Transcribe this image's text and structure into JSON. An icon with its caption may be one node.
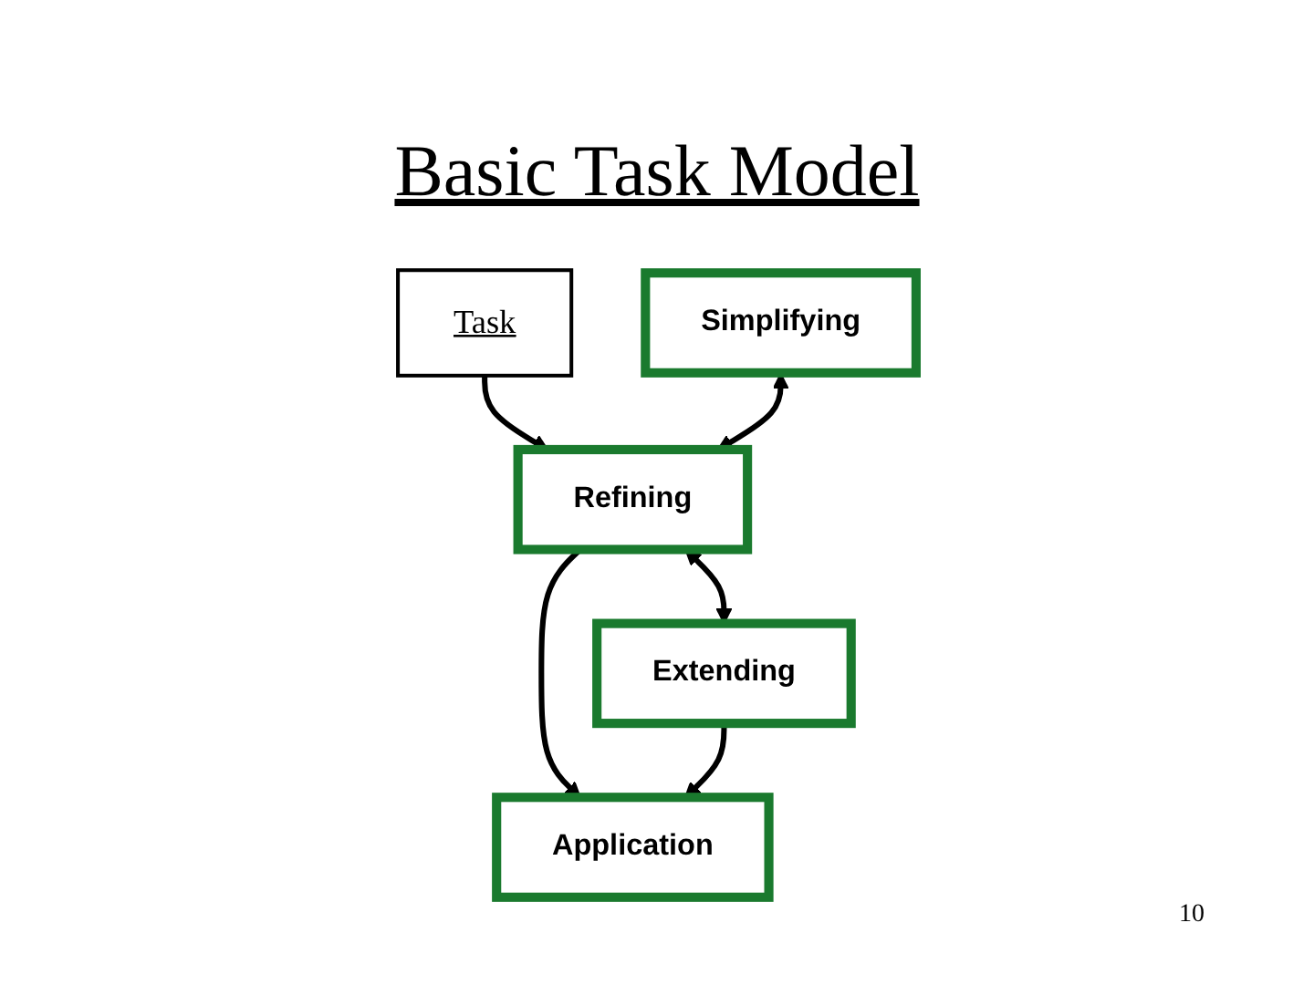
{
  "diagram": {
    "title": "Basic Task Model",
    "nodes": [
      {
        "text": [
          "Task"
        ]
      },
      {
        "text": [
          "Simplifying"
        ]
      },
      {
        "text": [
          "Refining"
        ]
      },
      {
        "text": [
          "Extending"
        ]
      },
      {
        "text": [
          "Application"
        ]
      }
    ],
    "edges": [
      {
        "from": 0,
        "to": 2,
        "arrow": "to"
      },
      {
        "from": 1,
        "to": 2,
        "arrow": "both"
      },
      {
        "from": 2,
        "to": 3,
        "arrow": "both"
      },
      {
        "from": 2,
        "to": 4,
        "arrow": "to"
      },
      {
        "from": 3,
        "to": 4,
        "arrow": "to"
      }
    ],
    "labels": [
      "10"
    ]
  }
}
